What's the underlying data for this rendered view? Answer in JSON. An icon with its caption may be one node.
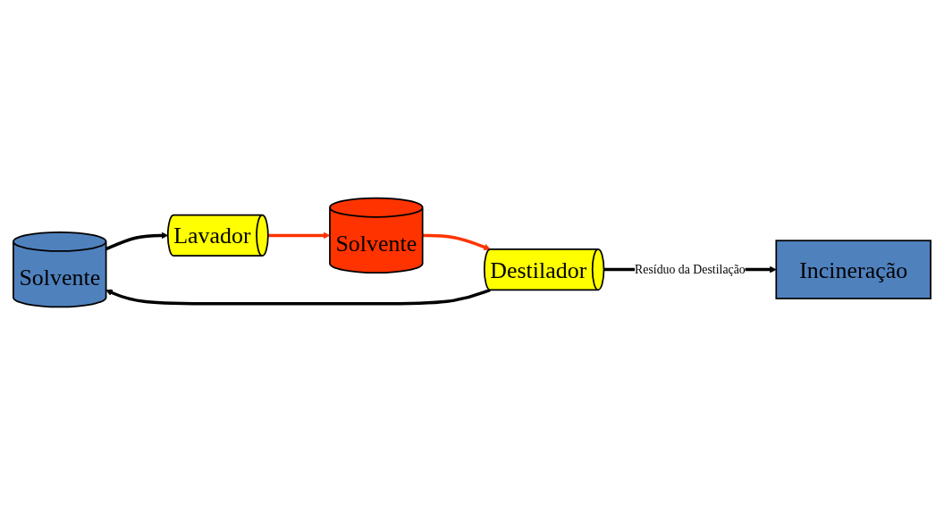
{
  "diagram": {
    "nodes": [
      {
        "text": [
          "Solvente"
        ]
      },
      {
        "text": [
          "Destilador"
        ]
      },
      {
        "text": [
          "Incineração"
        ]
      },
      {
        "text": [
          "Lavador"
        ]
      },
      {
        "text": [
          "Solvente"
        ]
      }
    ],
    "edges": [
      {
        "from": 1,
        "to": 0,
        "arrow": "to"
      },
      {
        "from": 0,
        "to": 3,
        "arrow": "to"
      },
      {
        "from": 3,
        "to": 4,
        "arrow": "to",
        "color": "#ff3300"
      },
      {
        "from": 4,
        "to": 1,
        "arrow": "to",
        "color": "#ff3300"
      },
      {
        "from": 1,
        "to": 2,
        "arrow": "to",
        "label": "Resíduo da Destilação"
      }
    ]
  }
}
